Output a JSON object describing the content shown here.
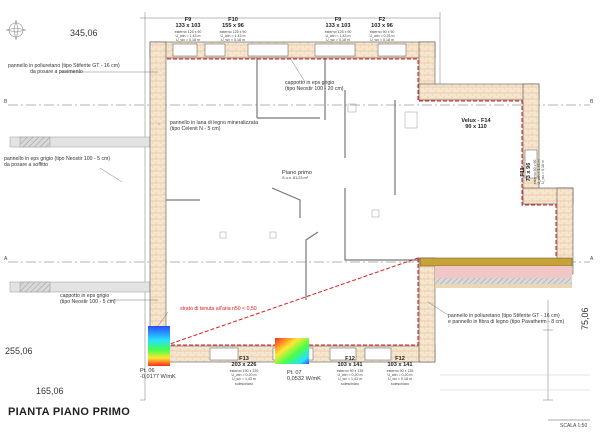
{
  "dimensions": {
    "top_left": "345,06",
    "left_lower": "255,06",
    "bottom_left": "165,06",
    "right": "75,06"
  },
  "section_marks": {
    "b": "B",
    "a": "A"
  },
  "windows": {
    "f9_left": {
      "name": "F9",
      "size": "133 x 103",
      "spec": "esterno 125 x 90\nU_win = 1,43 m\nU_wx = 0,18 m"
    },
    "f10": {
      "name": "F10",
      "size": "155 x 96",
      "spec": "esterno 125 x 90\nU_win = 1,43 m\nU_wx = 0,18 m"
    },
    "f9_right": {
      "name": "F9",
      "size": "133 x 103",
      "spec": "esterno 125 x 90\nU_win = 1,43 m\nU_wx = 0,18 m"
    },
    "f2": {
      "name": "F2",
      "size": "103 x 96",
      "spec": "esterno 90 x 90\nU_win = 0,25 m\nU_wx = 0,18 m"
    },
    "velux": {
      "name": "Velux - F14",
      "size": "90 x 110"
    },
    "f11": {
      "name": "F11",
      "size": "73 x 96",
      "spec": "esterno 60 x 90\nU_win = 1,43 m\nU_wx = 0,18 m"
    },
    "f13": {
      "name": "F13",
      "size": "203 x 226",
      "spec": "esterno 190 x 220\nU_win = 0,20 m\nU_wx = 1,43 m\nsoleschiaro"
    },
    "f12_left": {
      "name": "F12",
      "size": "103 x 141",
      "spec": "esterno 90 x 135\nU_win = 0,20 m\nU_wx = 1,43 m\nsoleschiaro"
    },
    "f12_right": {
      "name": "F12",
      "size": "103 x 141",
      "spec": "esterno 90 x 135\nU_win = 0,20 m\nU_wx = 0,18 m\nsoleschiaro"
    }
  },
  "labels": {
    "pav1": "pannello in poliuretano (tipo Stiferite GT - 16 cm)",
    "pav2": "da posare a pavimento",
    "cap1": "cappotto in eps grigio",
    "cap2": "(tipo Neostir 100 - 20 cm)",
    "lana1": "pannello in lana di legno mineralizzata",
    "lana2": "(tipo Celenit N - 5 cm)",
    "sof1": "pannello in eps grigio (tipo Neostir 100 - 5 cm)",
    "sof2": "da posare a soffitto",
    "room_name": "Piano primo",
    "room_area": "S.u.n. 81,23 m²",
    "capb1": "cappotto in eps grigio",
    "capb2": "(tipo Neostir 100 - 5 cm)",
    "tenuta": "strato di tenuta all'aria n50 < 0,50",
    "rpol1": "pannello in poliuretano (tipo Stiferite GT - 16 cm)",
    "rpol2": "e pannello in fibra di legno (tipo Pavatherm - 8 cm)"
  },
  "bridges": {
    "pt06_name": "Pt. 06",
    "pt06_value": "-0,0177 W/mK",
    "pt07_name": "Pt. 07",
    "pt07_value": "0,0532 W/mK"
  },
  "title": "PIANTA PIANO PRIMO",
  "scale": "SCALA 1:50",
  "colors": {
    "wall_fill": "#f6e2c8",
    "insulation_dark": "#9a9a9a",
    "airtight_line": "#e11b1b",
    "wood_floor": "#c7a13a",
    "pink_layer": "#f0c6c6"
  }
}
